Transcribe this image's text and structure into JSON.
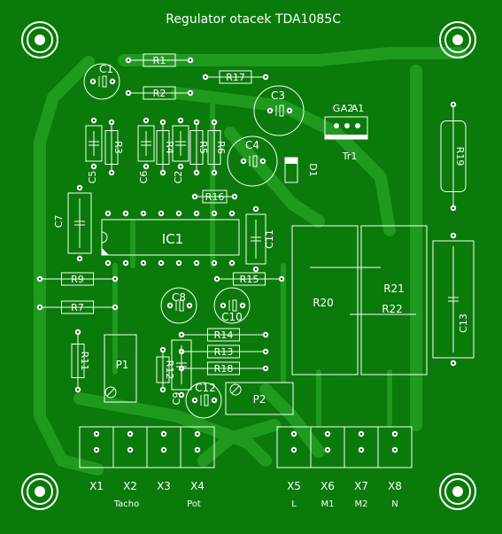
{
  "board": {
    "title": "Regulator otacek TDA1085C",
    "colors": {
      "background": "#0a7a0a",
      "silk": "#ffffff",
      "copper": "#1f9a1f"
    }
  },
  "ic": {
    "label": "IC1"
  },
  "transistor": {
    "label": "Tr1",
    "pins": [
      "A1",
      "A2",
      "G"
    ]
  },
  "resistors_h": [
    "R1",
    "R2",
    "R17",
    "R16",
    "R9",
    "R7",
    "R15",
    "R14",
    "R13",
    "R18"
  ],
  "resistors_v": [
    "R3",
    "R4",
    "R5",
    "R6",
    "R11",
    "R12",
    "R19"
  ],
  "capacitors": [
    "C1",
    "C3",
    "C4",
    "C5",
    "C6",
    "C2",
    "C7",
    "C11",
    "C8",
    "C10",
    "C9",
    "C12",
    "C13"
  ],
  "diode": {
    "label": "D1"
  },
  "pots": [
    "P1",
    "P2"
  ],
  "big_resistors": [
    "R20",
    "R21",
    "R22"
  ],
  "connectors": {
    "left": [
      {
        "id": "X1",
        "sub": ""
      },
      {
        "id": "X2",
        "sub": "Tacho"
      },
      {
        "id": "X3",
        "sub": ""
      },
      {
        "id": "X4",
        "sub": "Pot"
      }
    ],
    "right": [
      {
        "id": "X5",
        "sub": "L"
      },
      {
        "id": "X6",
        "sub": "M1"
      },
      {
        "id": "X7",
        "sub": "M2"
      },
      {
        "id": "X8",
        "sub": "N"
      }
    ]
  }
}
